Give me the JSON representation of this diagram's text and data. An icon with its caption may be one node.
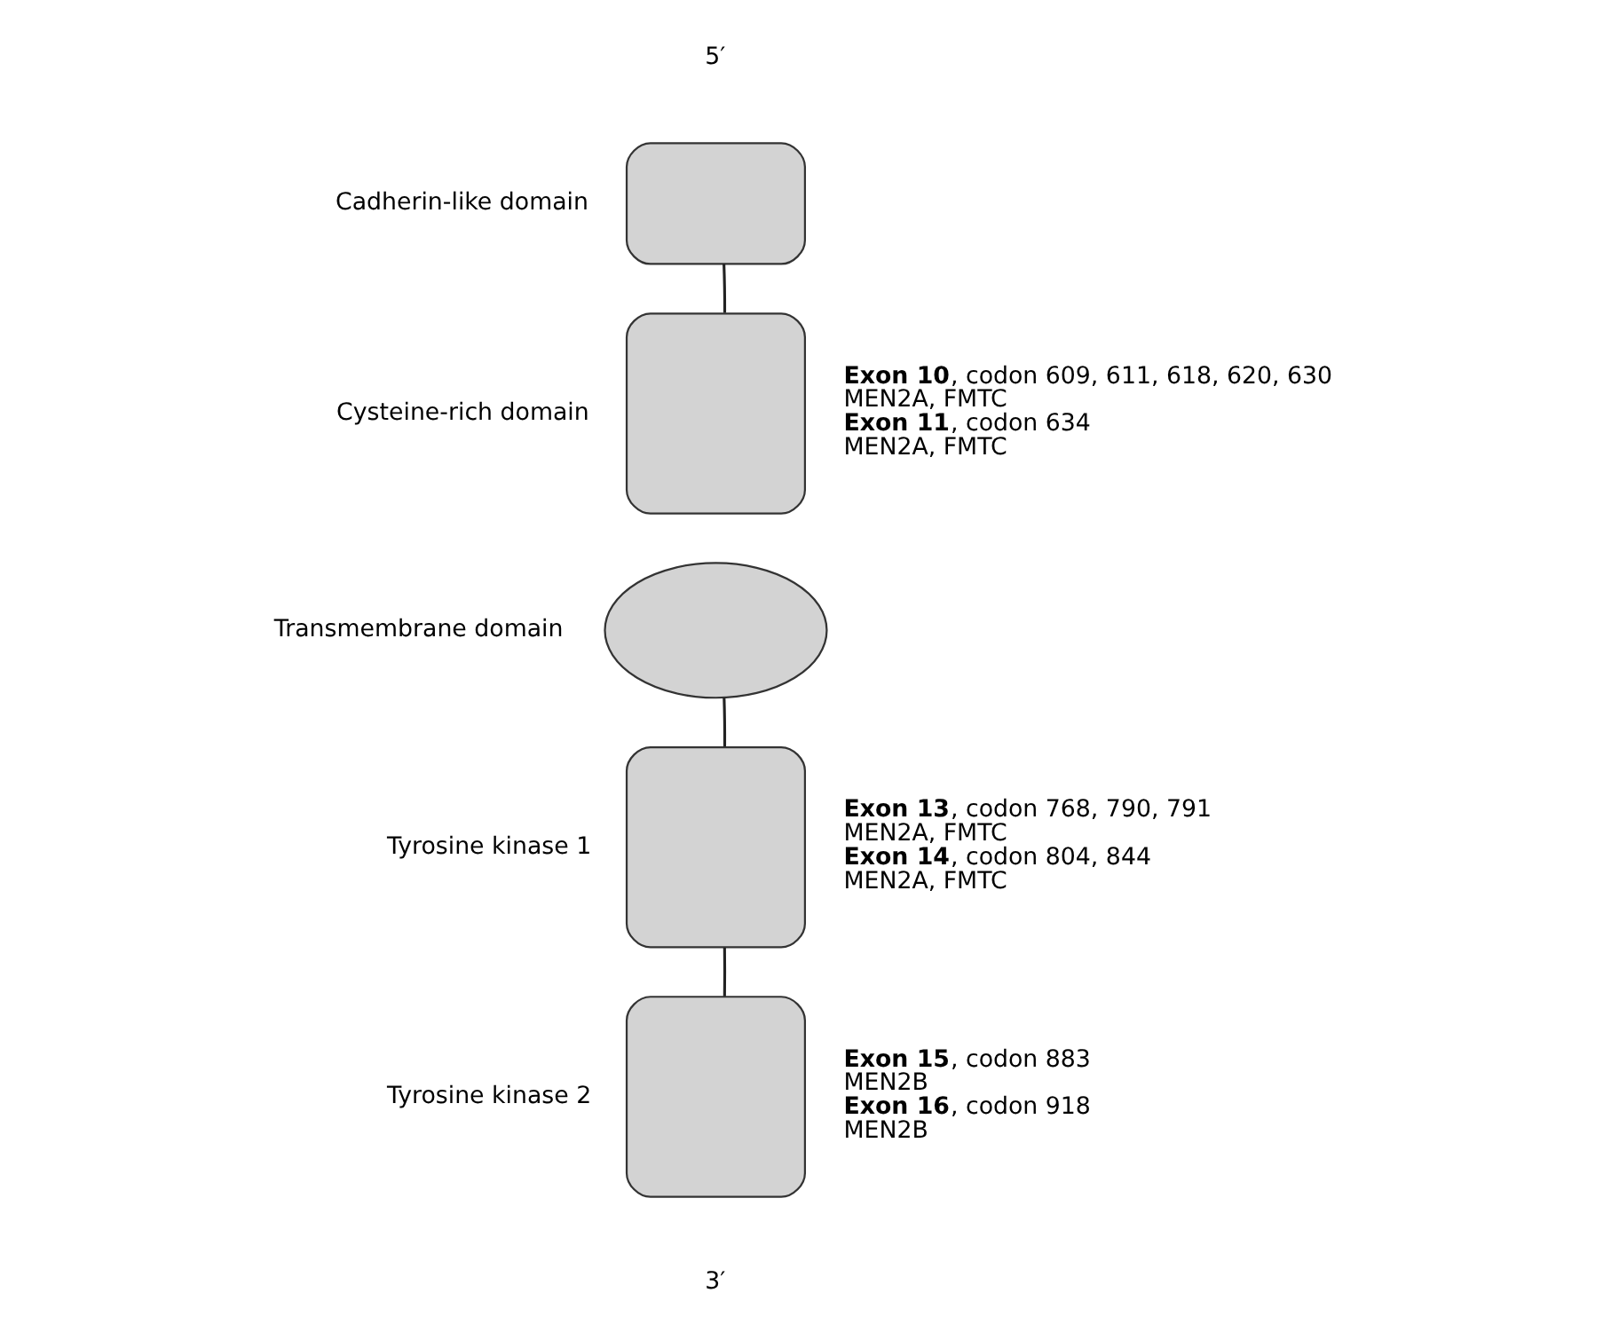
{
  "diagram": {
    "nodes": [
      {
        "text": [],
        "shape": "box",
        "beside": [
          "Cadherin-like domain"
        ]
      },
      {
        "text": [],
        "shape": "box",
        "beside": [
          "Cysteine-rich domain",
          "**Exon 10**, codon 609, 611, 618, 620, 630",
          "MEN2A, FMTC",
          "**Exon 11**, codon 634",
          "MEN2A, FMTC"
        ]
      },
      {
        "text": [],
        "shape": "ellipse",
        "beside": [
          "Transmembrane domain"
        ]
      },
      {
        "text": [],
        "shape": "box",
        "beside": [
          "Tyrosine kinase 1",
          "**Exon 13**, codon 768, 790, 791",
          "MEN2A, FMTC",
          "**Exon 14**, codon 804, 844",
          "MEN2A, FMTC"
        ]
      },
      {
        "text": [],
        "shape": "box",
        "beside": [
          "Tyrosine kinase 2",
          "**Exon 15**, codon 883",
          "MEN2B",
          "**Exon 16**, codon 918",
          "MEN2B"
        ]
      }
    ],
    "edges": [
      {
        "from": 0,
        "to": 1,
        "arrow": "none"
      },
      {
        "from": 2,
        "to": 3,
        "arrow": "none"
      },
      {
        "from": 3,
        "to": 4,
        "arrow": "none"
      }
    ],
    "labels": [
      "5′",
      "3′"
    ]
  }
}
